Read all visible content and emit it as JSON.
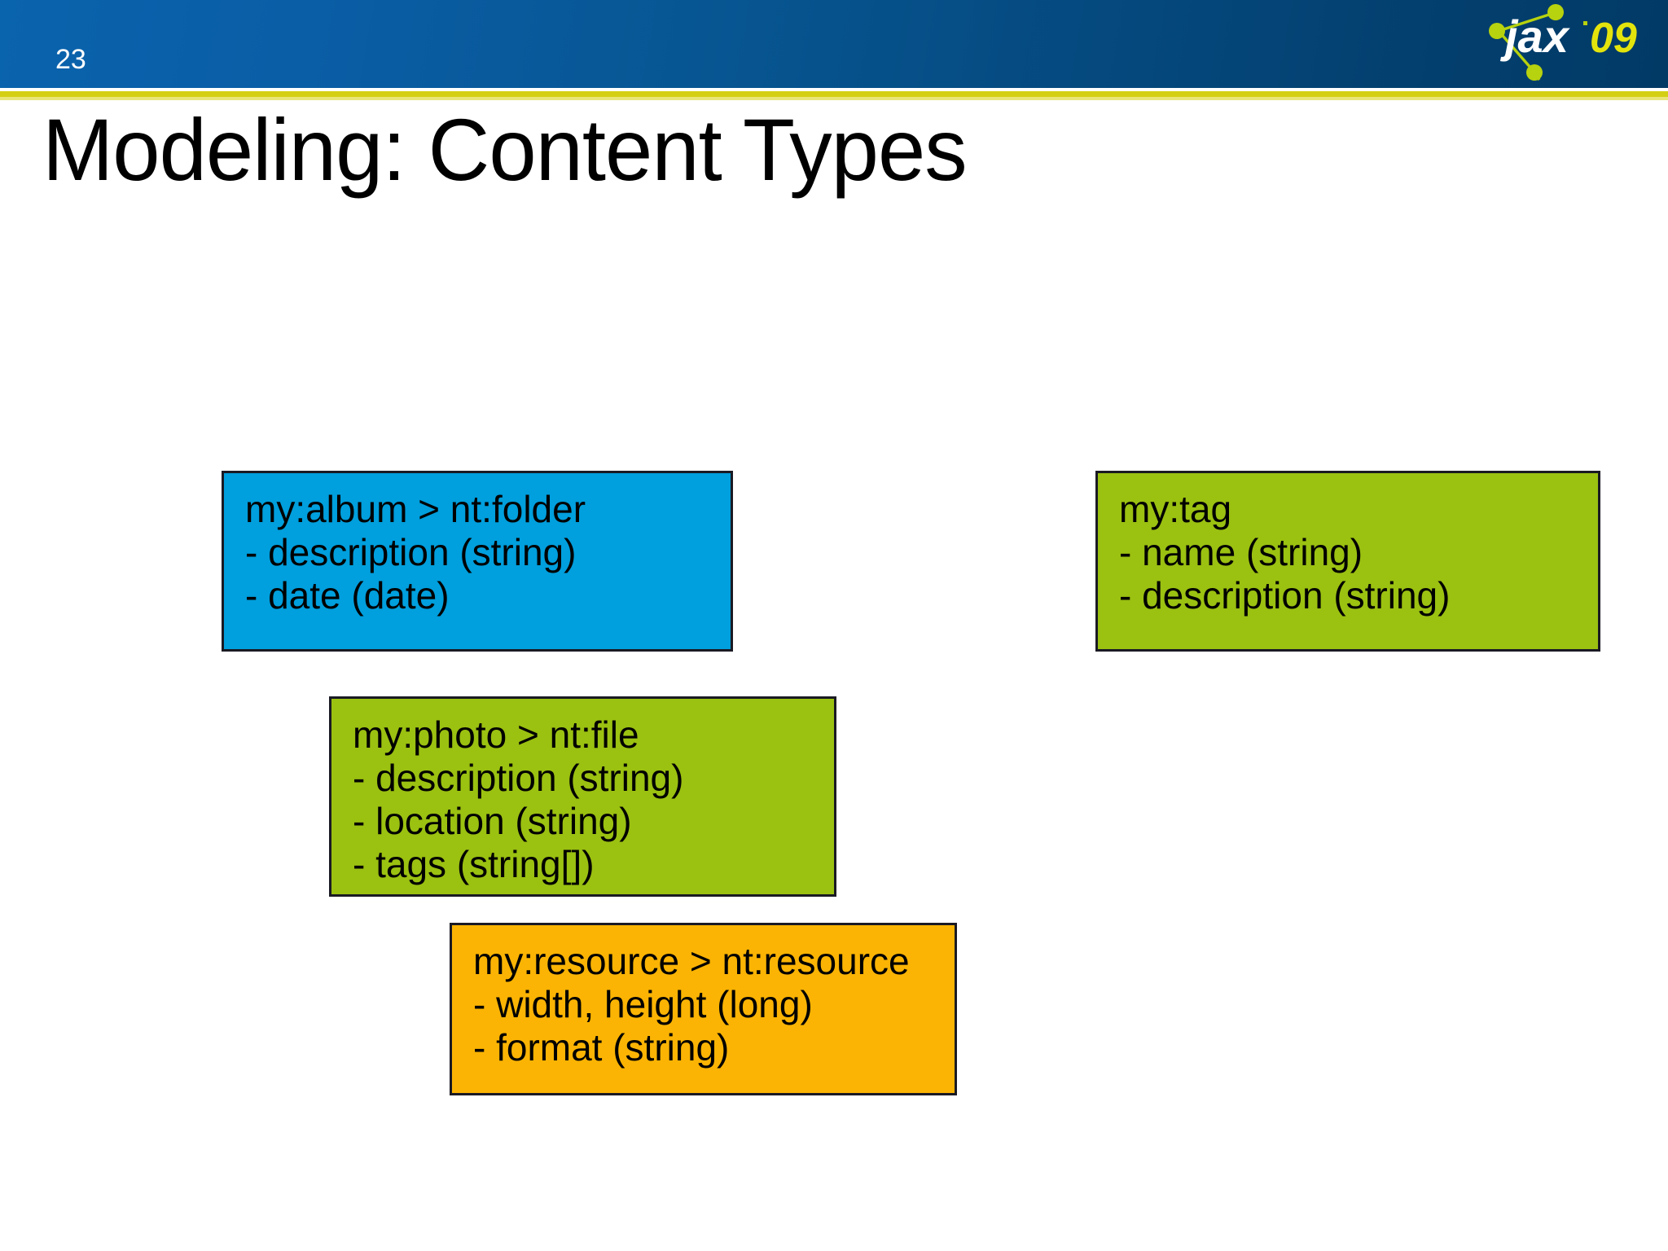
{
  "header": {
    "slide_number": "23",
    "logo": {
      "name": "jax09-logo",
      "word_mark": "jax",
      "year_mark": "09",
      "word_color": "#ffffff",
      "year_color": "#e4e40d",
      "node_color": "#b7d20e"
    },
    "gradient_start": "#0a63ad",
    "gradient_end": "#023a66",
    "rule_color": "#d4cf13"
  },
  "title": "Modeling: Content Types",
  "diagram": {
    "boxes": [
      {
        "id": "album",
        "name": "my:album",
        "color": "#009fdd",
        "border_color": "#1a1a24",
        "lines": [
          "my:album > nt:folder",
          "- description (string)",
          "- date (date)"
        ]
      },
      {
        "id": "tag",
        "name": "my:tag",
        "color": "#9bc111",
        "border_color": "#1a1a24",
        "lines": [
          "my:tag",
          "- name (string)",
          "- description (string)"
        ]
      },
      {
        "id": "photo",
        "name": "my:photo",
        "color": "#9bc111",
        "border_color": "#1a1a24",
        "lines": [
          "my:photo > nt:file",
          "- description (string)",
          "- location (string)",
          "- tags (string[])"
        ]
      },
      {
        "id": "resource",
        "name": "my:resource",
        "color": "#fbb404",
        "border_color": "#1a1a24",
        "lines": [
          "my:resource > nt:resource",
          "- width, height (long)",
          "- format (string)"
        ]
      }
    ]
  }
}
